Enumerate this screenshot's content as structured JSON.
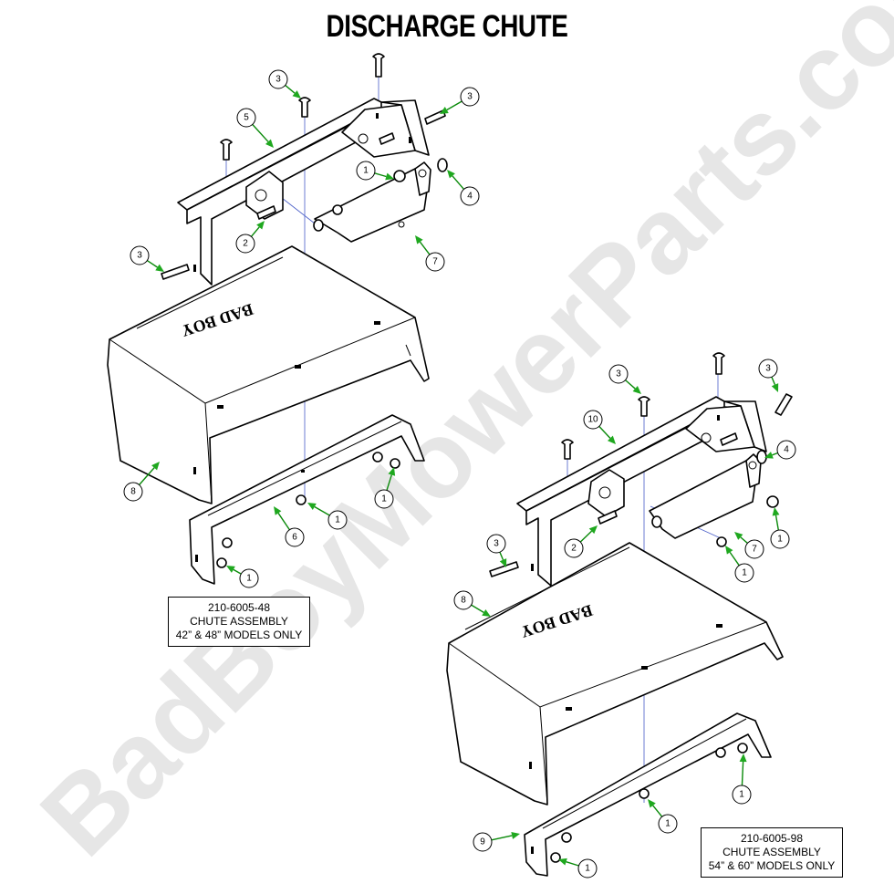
{
  "title": "DISCHARGE CHUTE",
  "watermark": "BadBoyMowerParts.com",
  "logo_text": "BAD BOY",
  "assemblies": [
    {
      "part_number": "210-6005-48",
      "name": "CHUTE ASSEMBLY",
      "models": "42” & 48” MODELS ONLY"
    },
    {
      "part_number": "210-6005-98",
      "name": "CHUTE ASSEMBLY",
      "models": "54” & 60” MODELS ONLY"
    }
  ],
  "callouts": [
    {
      "label": "3"
    },
    {
      "label": "3"
    },
    {
      "label": "5"
    },
    {
      "label": "1"
    },
    {
      "label": "4"
    },
    {
      "label": "2"
    },
    {
      "label": "7"
    },
    {
      "label": "3"
    },
    {
      "label": "8"
    },
    {
      "label": "1"
    },
    {
      "label": "6"
    },
    {
      "label": "1"
    },
    {
      "label": "1"
    },
    {
      "label": "3"
    },
    {
      "label": "3"
    },
    {
      "label": "10"
    },
    {
      "label": "4"
    },
    {
      "label": "1"
    },
    {
      "label": "3"
    },
    {
      "label": "2"
    },
    {
      "label": "7"
    },
    {
      "label": "1"
    },
    {
      "label": "8"
    },
    {
      "label": "1"
    },
    {
      "label": "1"
    },
    {
      "label": "9"
    },
    {
      "label": "1"
    }
  ],
  "colors": {
    "leader": "#0a8a0a",
    "arrow": "#1fa81f",
    "guide_line": "#4a5ec8",
    "watermark": "#e6e6e6"
  }
}
